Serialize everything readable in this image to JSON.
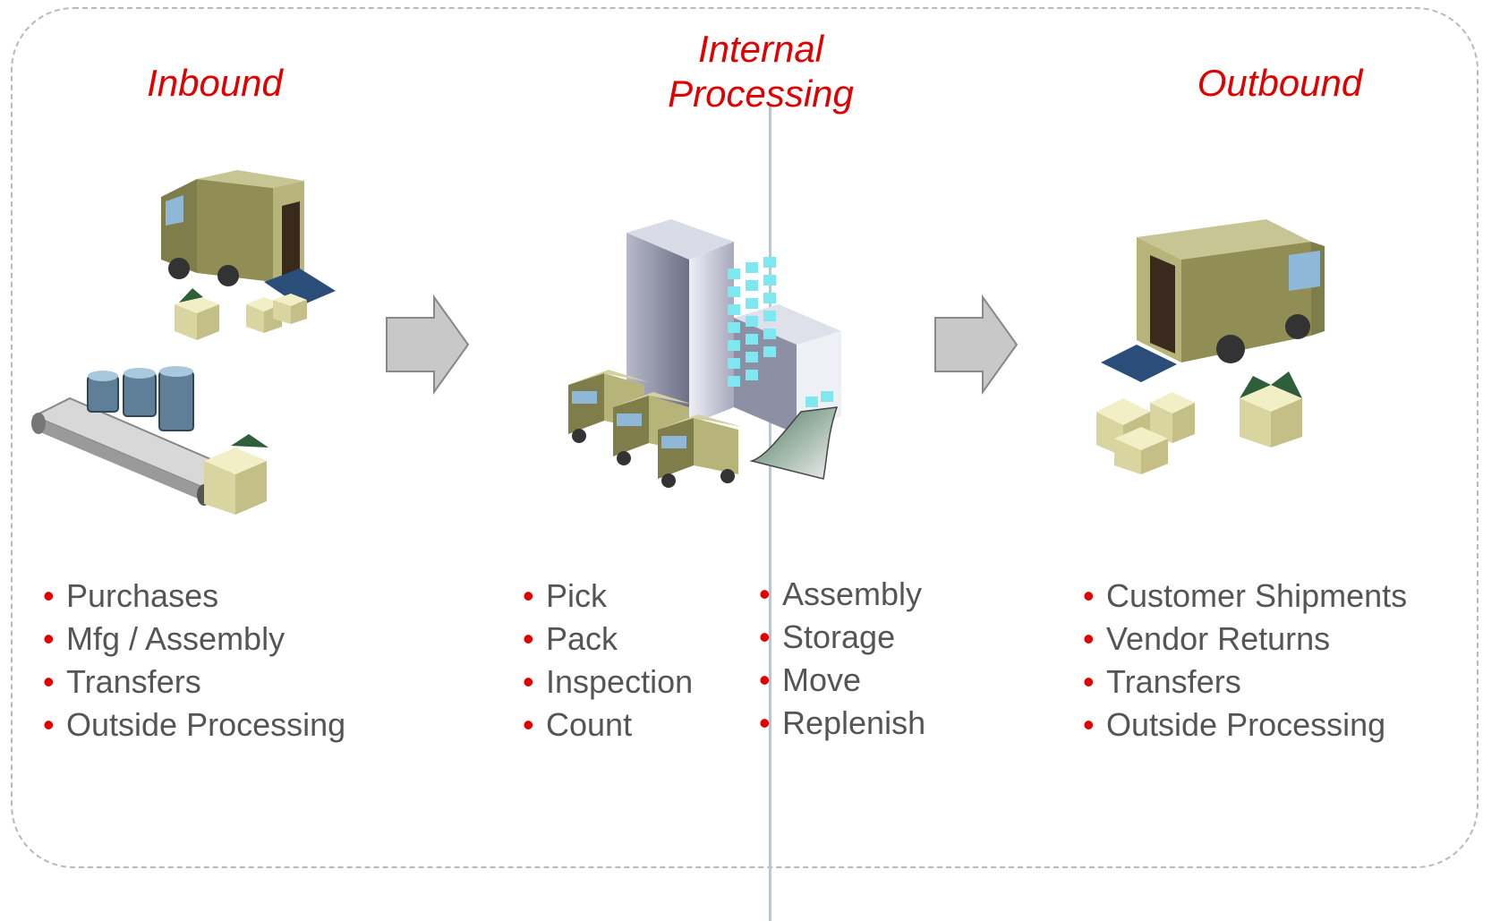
{
  "headings": {
    "inbound": "Inbound",
    "internal": "Internal Processing",
    "outbound": "Outbound"
  },
  "inbound_items": [
    "Purchases",
    "Mfg / Assembly",
    "Transfers",
    "Outside Processing"
  ],
  "internal_items_left": [
    "Pick",
    "Pack",
    "Inspection",
    "Count"
  ],
  "internal_items_right": [
    "Assembly",
    "Storage",
    "Move",
    "Replenish"
  ],
  "outbound_items": [
    "Customer Shipments",
    "Vendor Returns",
    "Transfers",
    "Outside Processing"
  ],
  "icons": {
    "inbound_truck": "delivery-truck-icon",
    "conveyor": "conveyor-belt-icon",
    "warehouse": "warehouse-building-icon",
    "outbound_truck": "shipping-truck-icon",
    "flow_arrow": "right-arrow-icon"
  },
  "colors": {
    "heading": "#e00000",
    "bullet": "#e00000",
    "text": "#555555",
    "truck": "#b7b47a",
    "box": "#e6e2b2",
    "ramp": "#2b4d7a",
    "window": "#7ee7f0",
    "arrow": "#c8c8c8"
  }
}
